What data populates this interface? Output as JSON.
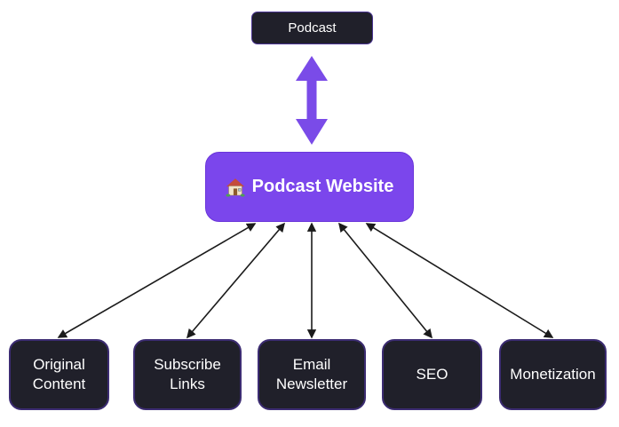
{
  "colors": {
    "background": "#ffffff",
    "node_fill": "#20202a",
    "node_border": "#3c2c72",
    "node_text": "#ffffff",
    "website_fill": "#7b46ec",
    "website_border": "#6a36d9",
    "thick_arrow": "#7a4be8",
    "edge": "#1b1b1b"
  },
  "nodes": {
    "podcast": {
      "label": "Podcast"
    },
    "website": {
      "label": "Podcast Website",
      "icon": "house-icon",
      "icon_glyph": "🏠"
    },
    "children": [
      {
        "label": "Original Content"
      },
      {
        "label": "Subscribe Links"
      },
      {
        "label": "Email Newsletter"
      },
      {
        "label": "SEO"
      },
      {
        "label": "Monetization"
      }
    ]
  },
  "edges": {
    "podcast_website": "bidirectional-thick",
    "website_children": "bidirectional-thin"
  }
}
